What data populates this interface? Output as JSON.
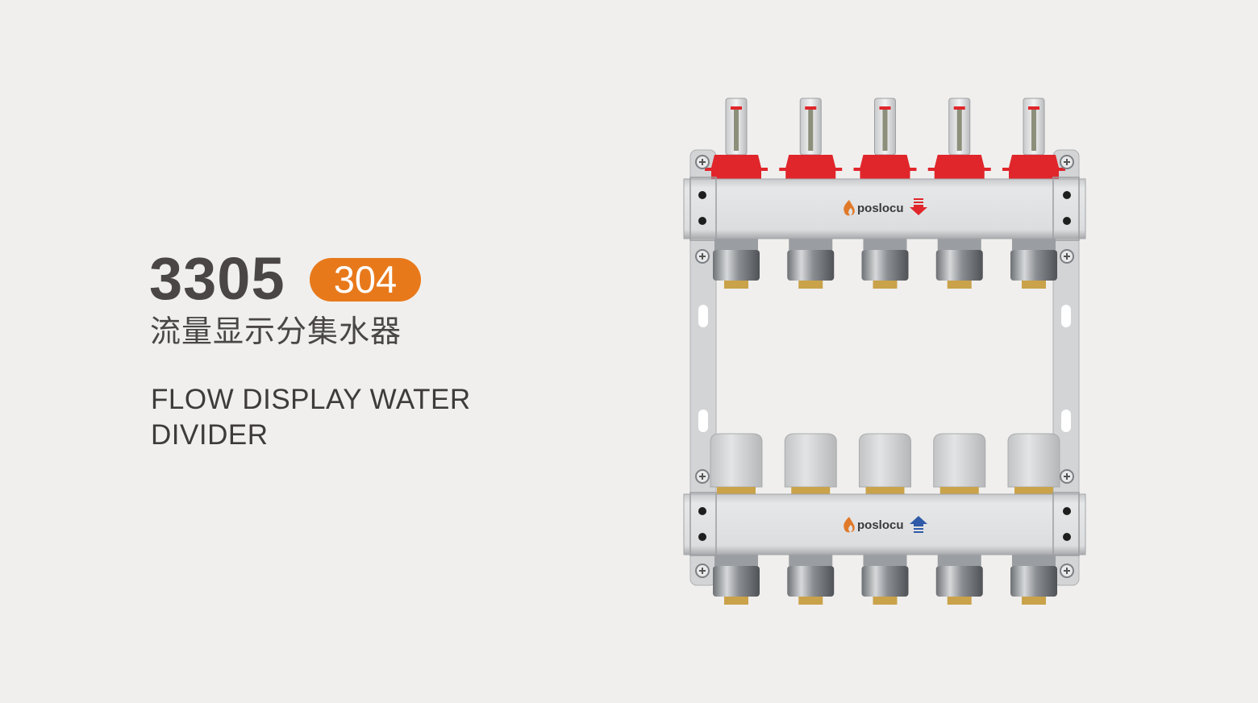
{
  "product": {
    "model": "3305",
    "material_badge": "304",
    "name_cn": "流量显示分集水器",
    "name_en_line1": "FLOW DISPLAY WATER",
    "name_en_line2": "DIVIDER",
    "brand_top": "poslocu",
    "brand_bottom": "poslocu",
    "port_count": 5
  },
  "colors": {
    "background": "#f0efed",
    "badge": "#e8791b",
    "text": "#4a4646",
    "flowmeter_cap": "#e0262b",
    "supply_arrow": "#e0262b",
    "return_arrow": "#2f5aa8",
    "brand_logo": "#e07a2a"
  }
}
